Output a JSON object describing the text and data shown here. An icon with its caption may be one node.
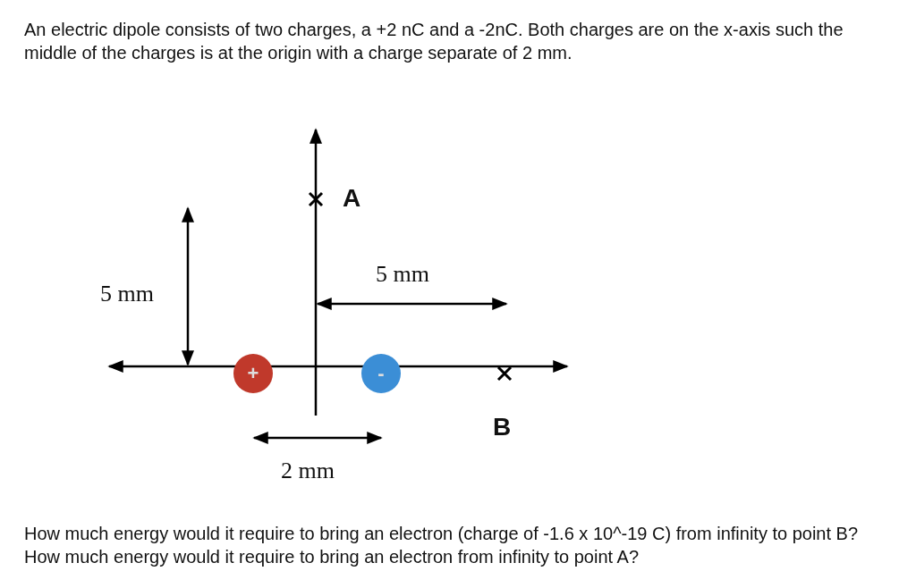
{
  "diagram": {
    "nodes": [
      {
        "text": [
          "+"
        ]
      },
      {
        "text": [
          "-"
        ]
      }
    ],
    "labels": [
      "An electric dipole consists of two charges, a +2 nC and a -2nC.  Both charges are on the x-axis such the middle of the charges is at the origin with a charge separate of 2 mm.",
      "A",
      "5 mm",
      "5 mm",
      "B",
      "2 mm",
      "How much energy would it require to bring an electron (charge of -1.6 x 10^-19 C) from infinity to point B?  How much energy would it require to bring an electron from infinity to point A?"
    ]
  }
}
